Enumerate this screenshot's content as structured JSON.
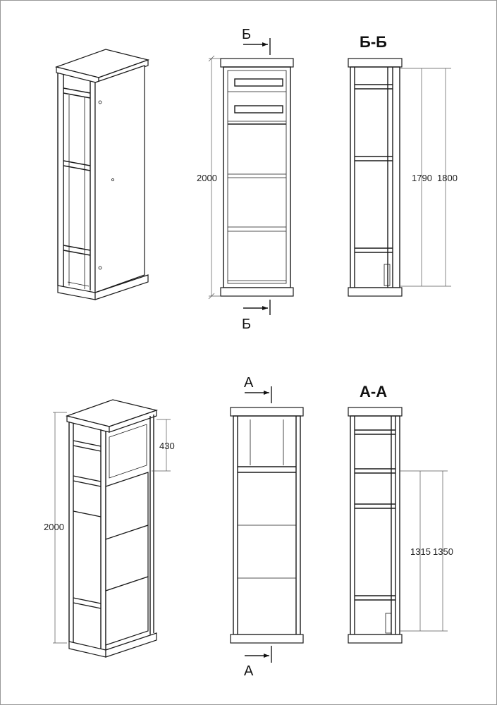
{
  "sections": {
    "bb_title": "Б-Б",
    "aa_title": "А-А",
    "cut_b": "Б",
    "cut_a": "А"
  },
  "dimensions": {
    "top_front_height": "2000",
    "top_section_inner": "1790",
    "top_section_outer": "1800",
    "bottom_iso_height": "2000",
    "bottom_iso_top": "430",
    "bottom_section_inner": "1315",
    "bottom_section_outer": "1350"
  }
}
